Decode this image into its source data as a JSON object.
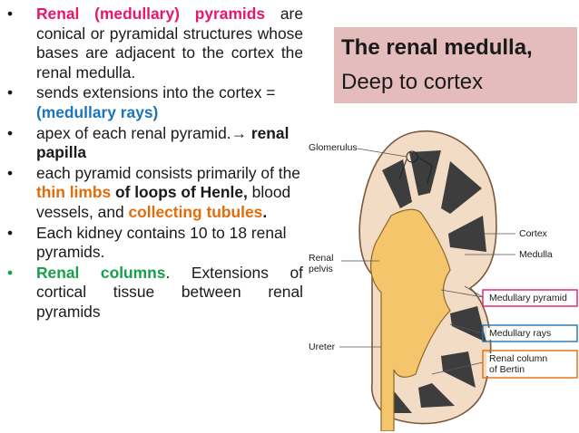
{
  "title": {
    "line1": "The renal medulla,",
    "line2": "Deep to cortex"
  },
  "bullets": {
    "b1": {
      "term": "Renal (medullary) pyramids",
      "rest": " are conical or pyramidal structures whose bases are adjacent to the cortex the renal medulla."
    },
    "b2": {
      "text": "sends extensions into the cortex = ",
      "term": "(medullary rays)"
    },
    "b3": {
      "text": "apex of each renal pyramid.→ ",
      "term": "renal papilla"
    },
    "b4": {
      "t1": "each pyramid consists primarily of the ",
      "term1": "thin limbs",
      "t2": " of loops of Henle,",
      "t3": " blood vessels, and ",
      "term2": "collecting tubules",
      "t4": "."
    },
    "b5": {
      "text": "Each kidney contains 10 to 18 renal pyramids."
    },
    "b6": {
      "term": "Renal columns",
      "rest": ". Extensions of cortical tissue between renal pyramids"
    },
    "bullet_char": "•"
  },
  "diagram": {
    "labels": {
      "glomerulus": "Glomerulus",
      "cortex": "Cortex",
      "medulla": "Medulla",
      "renal_pelvis_1": "Renal",
      "renal_pelvis_2": "pelvis",
      "ureter": "Ureter",
      "medullary_pyramid": "Medullary pyramid",
      "medullary_rays": "Medullary rays",
      "renal_column_1": "Renal column",
      "renal_column_2": "of Bertin"
    },
    "colors": {
      "pelvis": "#f5c56b",
      "cortex": "#f2dcc6",
      "pyramid": "#3d3d3d",
      "pyramid_box": "#e8176b",
      "rays_box": "#1b75bb",
      "column_box": "#e36c0a"
    }
  }
}
